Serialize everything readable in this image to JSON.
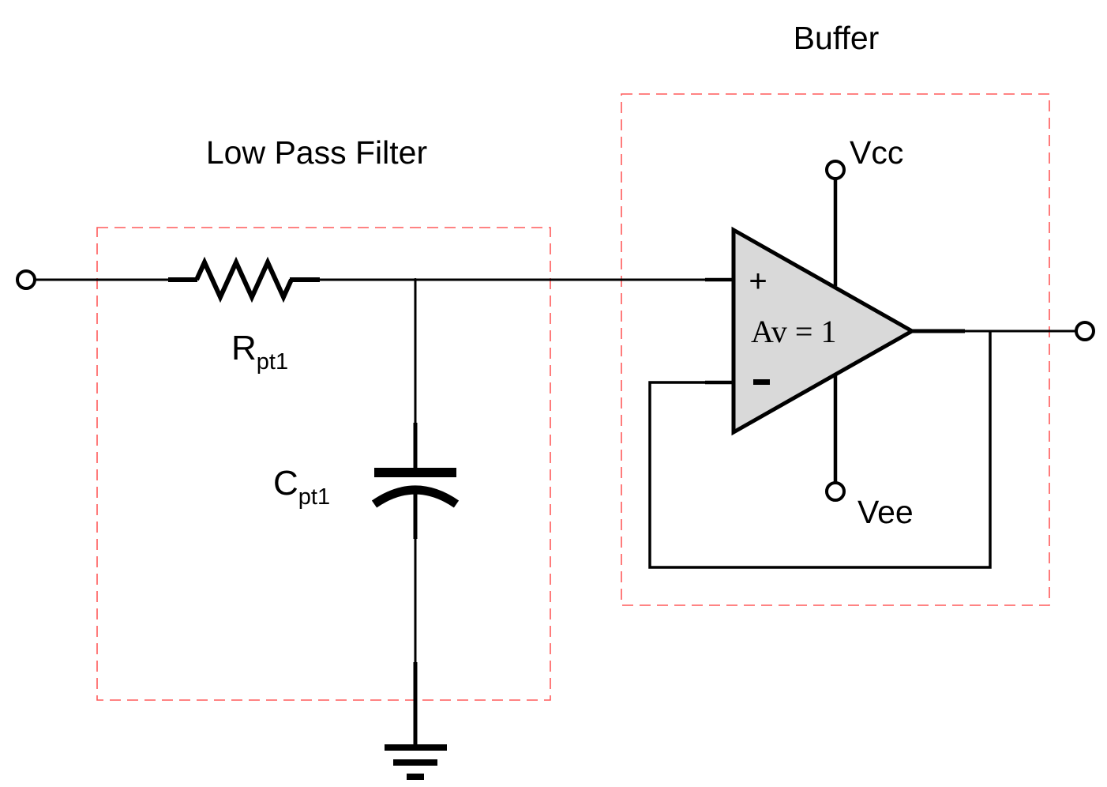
{
  "blocks": {
    "filter_label": "Low Pass Filter",
    "buffer_label": "Buffer"
  },
  "components": {
    "resistor": {
      "name": "R",
      "subscript": "pt1"
    },
    "capacitor": {
      "name": "C",
      "subscript": "pt1"
    },
    "opamp": {
      "gain_label": "Av = 1",
      "noninverting_symbol": "+",
      "inverting_symbol": "-",
      "fill_color": "#d9d9d9"
    },
    "supply_positive": "Vcc",
    "supply_negative": "Vee"
  },
  "colors": {
    "wire": "#000000",
    "block_border": "#ff5a5a"
  }
}
